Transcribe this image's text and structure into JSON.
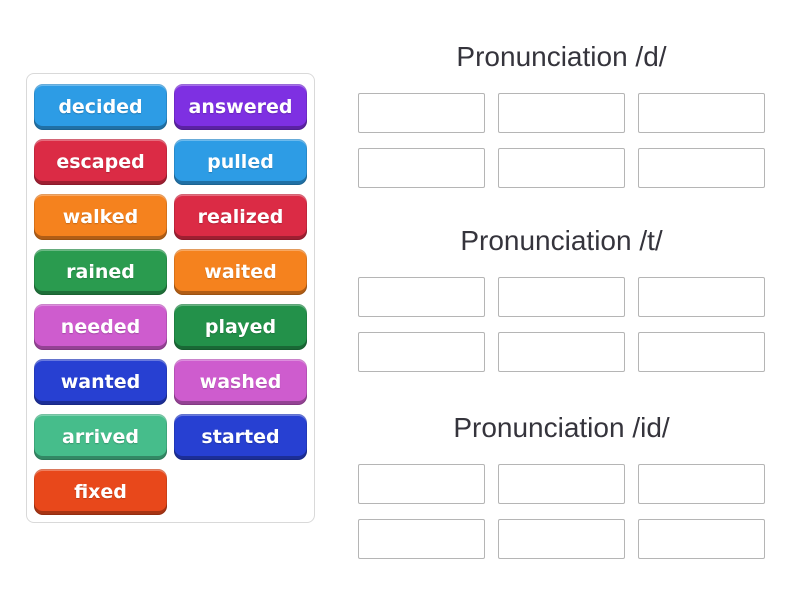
{
  "colors": {
    "page_bg": "#ffffff",
    "panel_border": "#d9d9d9",
    "slot_border": "#b5b5b5",
    "heading_text": "#35343c",
    "tile_text": "#ffffff"
  },
  "word_bank": {
    "tiles": [
      {
        "label": "decided",
        "color": "#2D9CE5"
      },
      {
        "label": "answered",
        "color": "#7E30E2"
      },
      {
        "label": "escaped",
        "color": "#DB2B45"
      },
      {
        "label": "pulled",
        "color": "#2D9CE5"
      },
      {
        "label": "walked",
        "color": "#F5821E"
      },
      {
        "label": "realized",
        "color": "#DB2B45"
      },
      {
        "label": "rained",
        "color": "#2A9B4F"
      },
      {
        "label": "waited",
        "color": "#F5821E"
      },
      {
        "label": "needed",
        "color": "#CE5CCE"
      },
      {
        "label": "played",
        "color": "#23914A"
      },
      {
        "label": "wanted",
        "color": "#2740D2"
      },
      {
        "label": "washed",
        "color": "#CE5CCE"
      },
      {
        "label": "arrived",
        "color": "#46BD8B"
      },
      {
        "label": "started",
        "color": "#2740D2"
      },
      {
        "label": "fixed",
        "color": "#E8481B"
      }
    ]
  },
  "groups": [
    {
      "title": "Pronunciation /d/",
      "slot_count": 6
    },
    {
      "title": "Pronunciation /t/",
      "slot_count": 6
    },
    {
      "title": "Pronunciation /id/",
      "slot_count": 6
    }
  ]
}
